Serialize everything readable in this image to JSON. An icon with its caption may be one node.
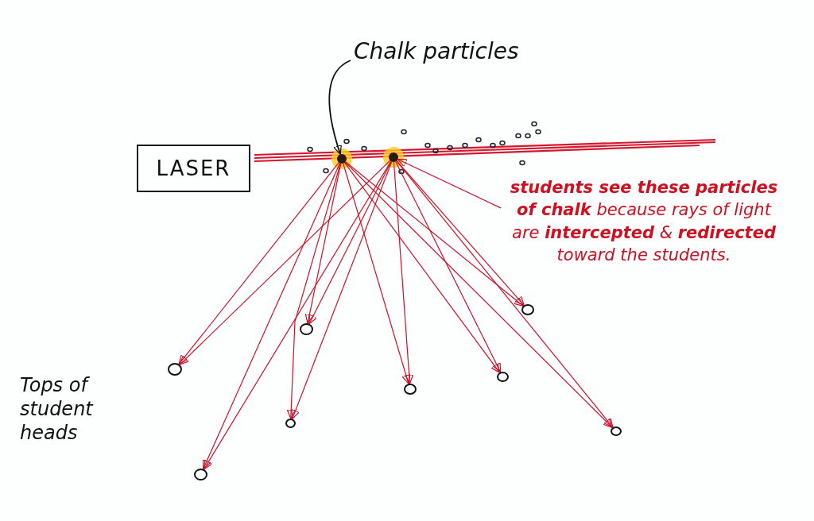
{
  "diagram": {
    "nodes": [
      {
        "text": [
          "LASER"
        ]
      },
      {
        "text": [
          "Chalk particles"
        ]
      },
      {
        "text": [],
        "shape": "circle"
      },
      {
        "text": [],
        "shape": "circle"
      },
      {
        "text": [
          "**students see these particles of chalk** because rays of light are **intercepted** & **redirected** toward the students."
        ]
      },
      {
        "text": [],
        "shape": "circle"
      },
      {
        "text": [],
        "shape": "circle"
      },
      {
        "text": [],
        "shape": "circle"
      },
      {
        "text": [],
        "shape": "circle"
      },
      {
        "text": [],
        "shape": "circle"
      },
      {
        "text": [],
        "shape": "circle"
      },
      {
        "text": [],
        "shape": "circle"
      },
      {
        "text": [],
        "shape": "circle"
      }
    ],
    "edges": [
      {
        "from": 1,
        "to": 2,
        "arrow": "to",
        "color": "#111111"
      },
      {
        "from": 4,
        "to": 3,
        "arrow": "to"
      },
      {
        "from": 2,
        "to": 5,
        "arrow": "to"
      },
      {
        "from": 3,
        "to": 5,
        "arrow": "to"
      },
      {
        "from": 2,
        "to": 6,
        "arrow": "to"
      },
      {
        "from": 3,
        "to": 6,
        "arrow": "to"
      },
      {
        "from": 2,
        "to": 7,
        "arrow": "to"
      },
      {
        "from": 3,
        "to": 7,
        "arrow": "to"
      },
      {
        "from": 2,
        "to": 8,
        "arrow": "to"
      },
      {
        "from": 3,
        "to": 8,
        "arrow": "to"
      },
      {
        "from": 2,
        "to": 9,
        "arrow": "to"
      },
      {
        "from": 3,
        "to": 9,
        "arrow": "to"
      },
      {
        "from": 2,
        "to": 10,
        "arrow": "to"
      },
      {
        "from": 3,
        "to": 10,
        "arrow": "to"
      },
      {
        "from": 2,
        "to": 11,
        "arrow": "to"
      },
      {
        "from": 3,
        "to": 11,
        "arrow": "to"
      },
      {
        "from": 2,
        "to": 12,
        "arrow": "to"
      },
      {
        "from": 3,
        "to": 12,
        "arrow": "to"
      }
    ],
    "labels": [
      "Tops of student heads"
    ]
  }
}
